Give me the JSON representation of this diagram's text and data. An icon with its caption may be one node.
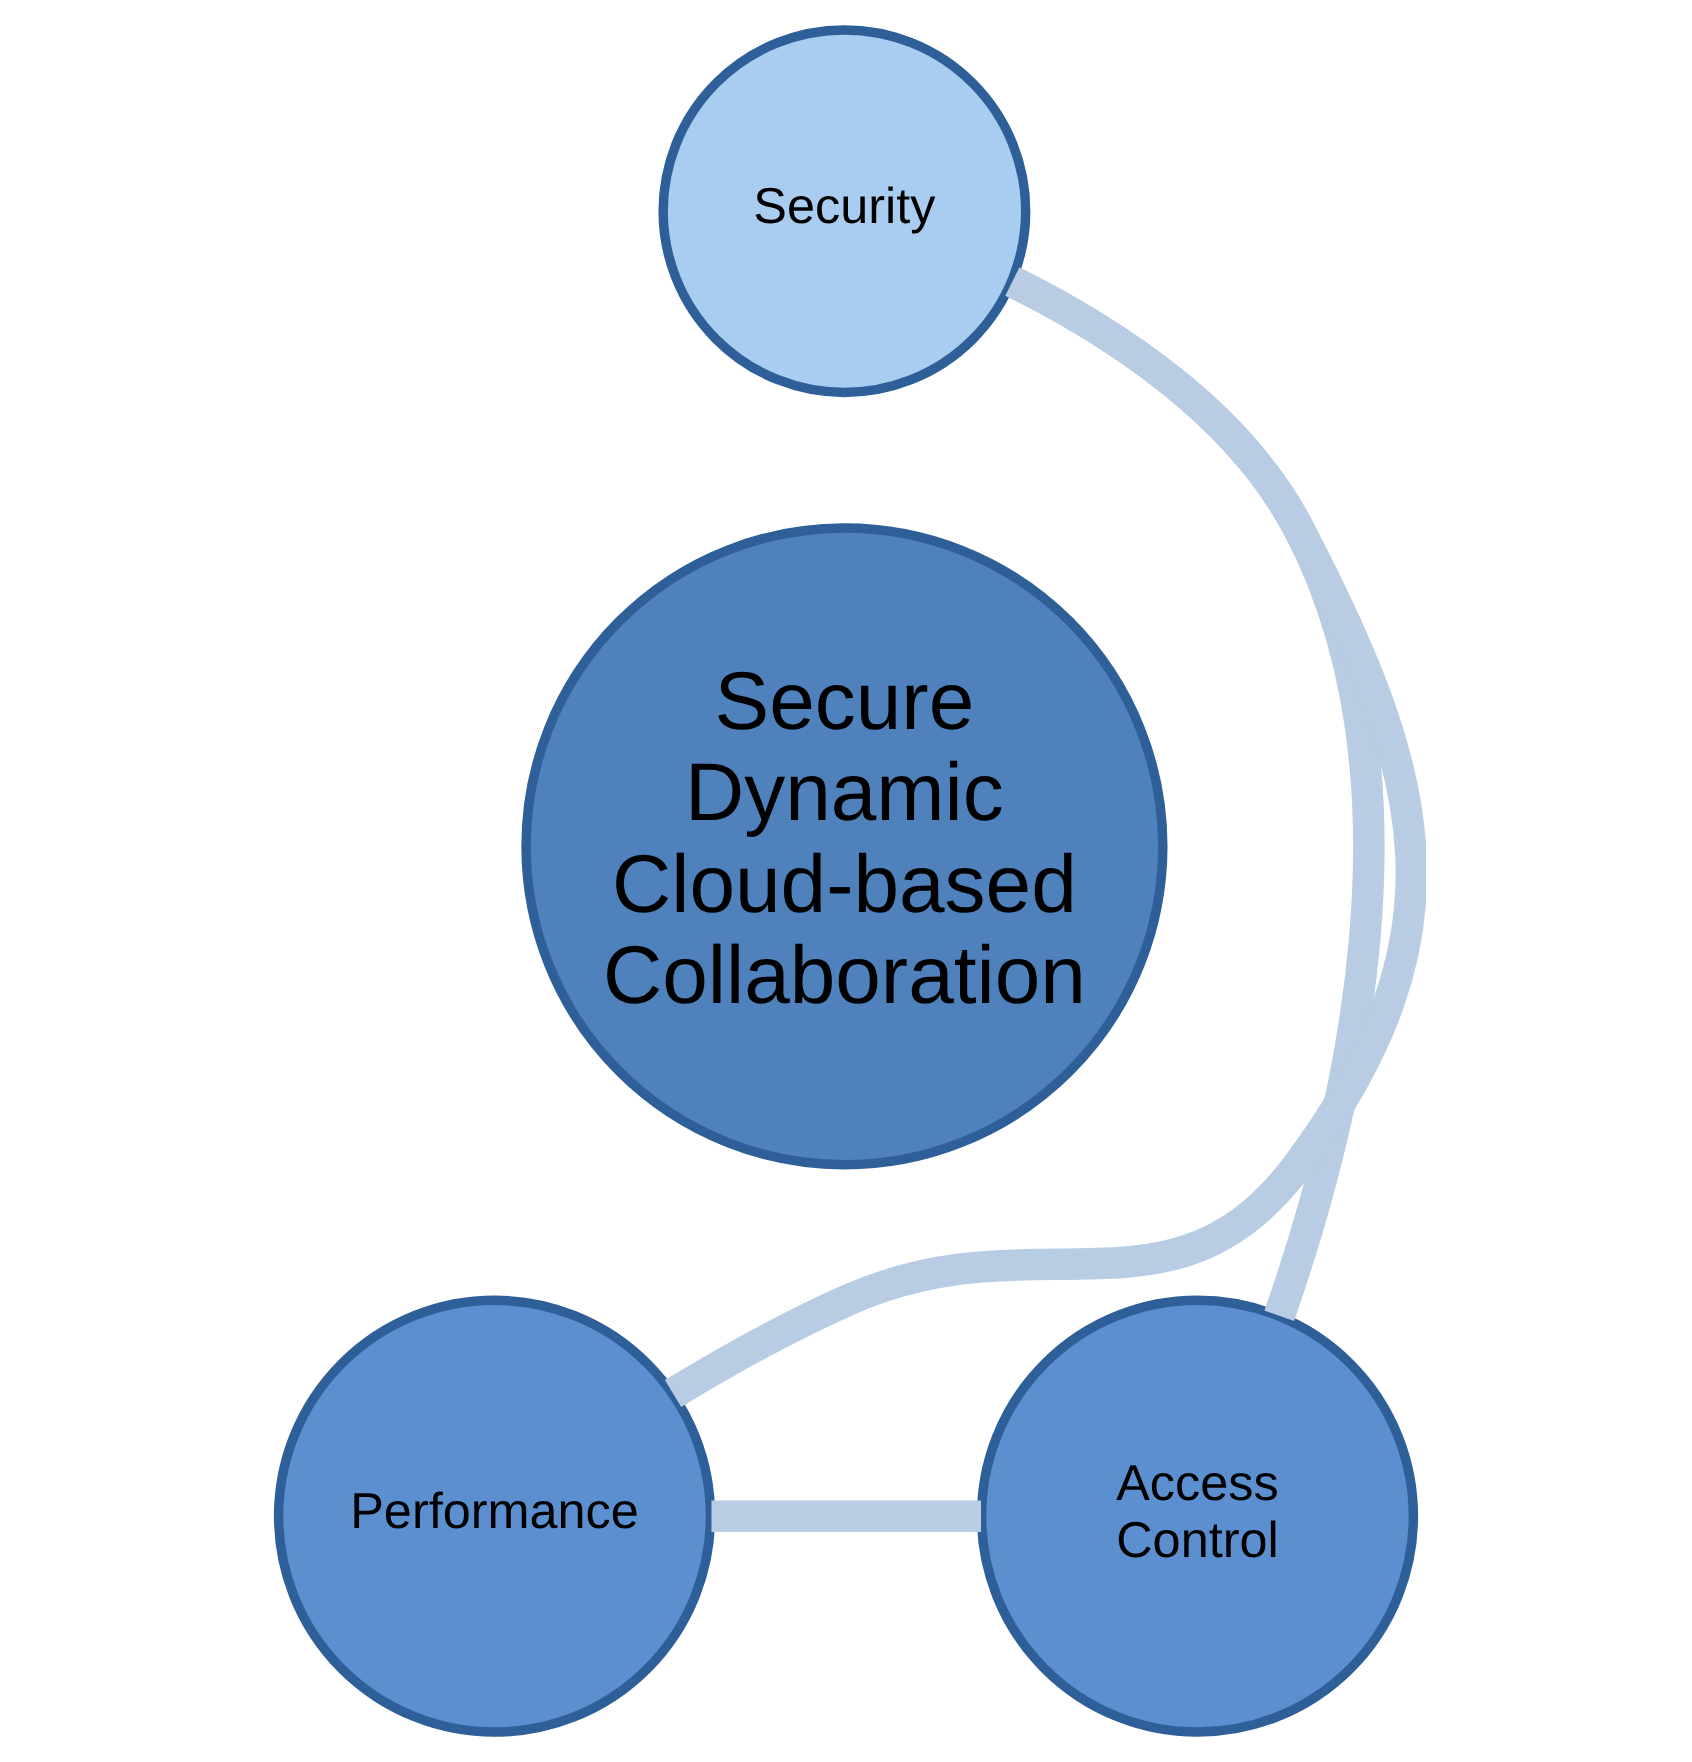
{
  "diagram": {
    "nodes": [
      {
        "text": [
          "Security"
        ]
      },
      {
        "text": [
          "Secure Dynamic Cloud-based Collaboration"
        ]
      },
      {
        "text": [
          "Performance"
        ]
      },
      {
        "text": [
          "Access Control"
        ]
      }
    ],
    "edges": [
      {
        "from": 0,
        "to": 3,
        "arrow": "none"
      },
      {
        "from": 3,
        "to": 2,
        "arrow": "none"
      },
      {
        "from": 2,
        "to": 0,
        "arrow": "none"
      }
    ]
  }
}
